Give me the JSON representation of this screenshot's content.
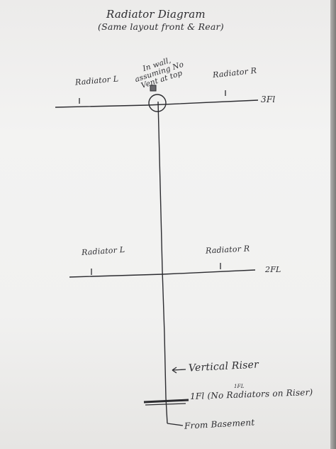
{
  "title": "Radiator Diagram",
  "subtitle": "(Same layout front & Rear)",
  "floor3": {
    "radiator_left": "Radiator L",
    "radiator_right": "Radiator R",
    "riser_note_line1": "In wall,",
    "riser_note_line2": "assuming No",
    "riser_note_line3": "Vent at top",
    "floor_label": "3Fl"
  },
  "floor2": {
    "radiator_left": "Radiator L",
    "radiator_right": "Radiator R",
    "floor_label": "2FL"
  },
  "riser_label": "Vertical Riser",
  "floor1": {
    "label": "1Fl (No Radiators on Riser)",
    "superscript": "1FL"
  },
  "from_basement": "From Basement",
  "colors": {
    "ink": "#2c2c30",
    "paper": "#f1f1f0"
  }
}
